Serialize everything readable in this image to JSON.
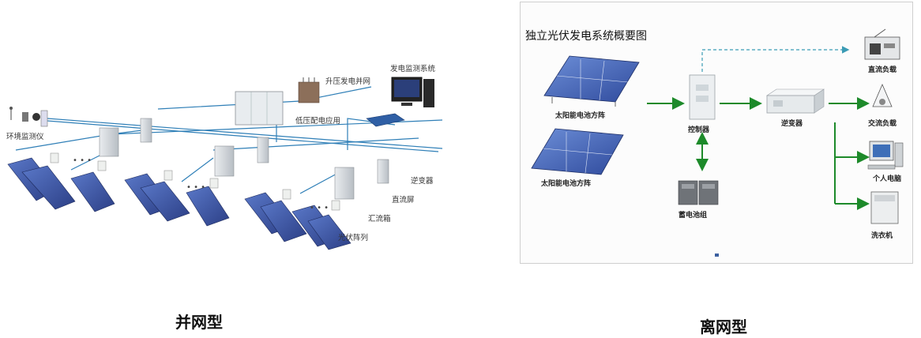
{
  "left_panel": {
    "caption": "并网型",
    "labels": {
      "env_monitor": "环境监测仪",
      "step_up": "升压发电并网",
      "power_monitor": "发电监测系统",
      "low_voltage": "低压配电应用",
      "inverter": "逆变器",
      "dc_cabinet": "直流屏",
      "combiner": "汇流箱",
      "pv_array": "光伏阵列"
    }
  },
  "right_panel": {
    "caption": "离网型",
    "title": "独立光伏发电系统概要图",
    "labels": {
      "solar_array_1": "太阳能电池方阵",
      "solar_array_2": "太阳能电池方阵",
      "controller": "控制器",
      "battery": "蓄电池组",
      "inverter": "逆变器",
      "dc_load": "直流负载",
      "ac_load": "交流负载",
      "pc": "个人电脑",
      "washer": "洗衣机"
    }
  },
  "colors": {
    "panel_blue": "#3a57a8",
    "wire_blue": "#2f7fb7",
    "arrow_green": "#1d8a2a",
    "dashed_teal": "#3a9bb5"
  }
}
